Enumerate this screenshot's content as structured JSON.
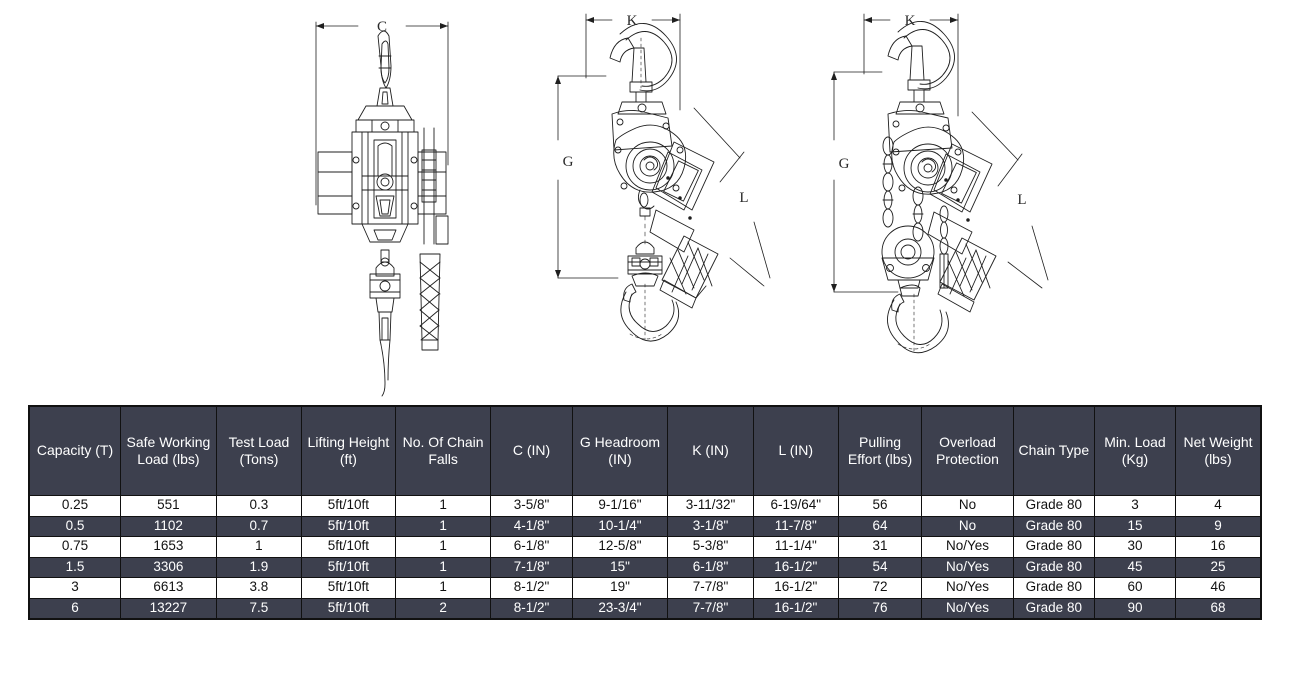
{
  "drawings": {
    "left": {
      "name": "lever-hoist-front-view",
      "dimension_labels": [
        "C"
      ]
    },
    "middle": {
      "name": "lever-hoist-single-fall-side-view",
      "dimension_labels": [
        "K",
        "G",
        "L"
      ]
    },
    "right": {
      "name": "lever-hoist-double-fall-side-view",
      "dimension_labels": [
        "K",
        "G",
        "L"
      ]
    },
    "labels": {
      "C": "C",
      "K": "K",
      "G": "G",
      "L": "L"
    }
  },
  "table": {
    "headers": [
      "Capacity (T)",
      "Safe Working Load (lbs)",
      "Test Load (Tons)",
      "Lifting Height (ft)",
      "No. Of Chain Falls",
      "C (IN)",
      "G Headroom (IN)",
      "K (IN)",
      "L (IN)",
      "Pulling Effort (lbs)",
      "Overload Protection",
      "Chain Type",
      "Min. Load (Kg)",
      "Net Weight (lbs)"
    ],
    "header_lines": [
      [
        "Capacity (T)"
      ],
      [
        "Safe Working",
        "Load (lbs)"
      ],
      [
        "Test Load",
        "(Tons)"
      ],
      [
        "Lifting Height",
        "(ft)"
      ],
      [
        "No. Of Chain",
        "Falls"
      ],
      [
        "C (IN)"
      ],
      [
        "G Headroom",
        "(IN)"
      ],
      [
        "K (IN)"
      ],
      [
        "L (IN)"
      ],
      [
        "Pulling",
        "Effort (lbs)"
      ],
      [
        "Overload",
        "Protection"
      ],
      [
        "Chain Type"
      ],
      [
        "Min. Load",
        "(Kg)"
      ],
      [
        "Net Weight",
        "(lbs)"
      ]
    ],
    "rows": [
      [
        "0.25",
        "551",
        "0.3",
        "5ft/10ft",
        "1",
        "3-5/8\"",
        "9-1/16\"",
        "3-11/32\"",
        "6-19/64\"",
        "56",
        "No",
        "Grade 80",
        "3",
        "4"
      ],
      [
        "0.5",
        "1102",
        "0.7",
        "5ft/10ft",
        "1",
        "4-1/8\"",
        "10-1/4\"",
        "3-1/8\"",
        "11-7/8\"",
        "64",
        "No",
        "Grade 80",
        "15",
        "9"
      ],
      [
        "0.75",
        "1653",
        "1",
        "5ft/10ft",
        "1",
        "6-1/8\"",
        "12-5/8\"",
        "5-3/8\"",
        "11-1/4\"",
        "31",
        "No/Yes",
        "Grade 80",
        "30",
        "16"
      ],
      [
        "1.5",
        "3306",
        "1.9",
        "5ft/10ft",
        "1",
        "7-1/8\"",
        "15\"",
        "6-1/8\"",
        "16-1/2\"",
        "54",
        "No/Yes",
        "Grade 80",
        "45",
        "25"
      ],
      [
        "3",
        "6613",
        "3.8",
        "5ft/10ft",
        "1",
        "8-1/2\"",
        "19\"",
        "7-7/8\"",
        "16-1/2\"",
        "72",
        "No/Yes",
        "Grade 80",
        "60",
        "46"
      ],
      [
        "6",
        "13227",
        "7.5",
        "5ft/10ft",
        "2",
        "8-1/2\"",
        "23-3/4\"",
        "7-7/8\"",
        "16-1/2\"",
        "76",
        "No/Yes",
        "Grade 80",
        "90",
        "68"
      ]
    ],
    "row_styles": [
      "light",
      "dark",
      "light",
      "dark",
      "light",
      "dark"
    ]
  },
  "colors": {
    "header_bg": "#3d404e",
    "row_dark_bg": "#3d404e",
    "row_light_bg": "#ffffff",
    "border": "#111111",
    "page_bg": "#ffffff",
    "drawing_line": "#1f1f1f"
  }
}
